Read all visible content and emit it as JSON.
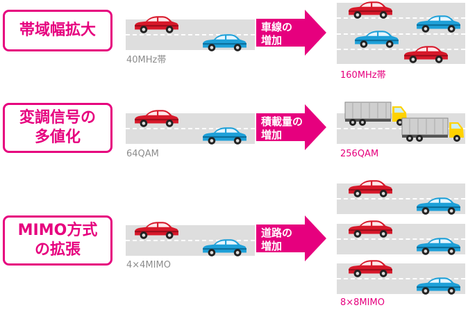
{
  "rows": [
    {
      "title": "帯域幅拡大",
      "before_label": "40MHz帯",
      "arrow_text": "車線の\n増加",
      "after_label": "160MHz帯"
    },
    {
      "title": "変調信号の\n多値化",
      "before_label": "64QAM",
      "arrow_text": "積載量の\n増加",
      "after_label": "256QAM"
    },
    {
      "title": "MIMO方式\nの拡張",
      "before_label": "4×4MIMO",
      "arrow_text": "道路の\n増加",
      "after_label": "8×8MIMO"
    }
  ],
  "colors": {
    "accent": "#e6007e",
    "road": "#dedede",
    "car_red": "#d7182a",
    "car_blue": "#1ea0d8",
    "truck_cab": "#ffd200",
    "truck_body": "#cfcfcf"
  },
  "icons": [
    "red-car-icon",
    "blue-car-icon",
    "truck-icon",
    "arrow-right-icon"
  ]
}
